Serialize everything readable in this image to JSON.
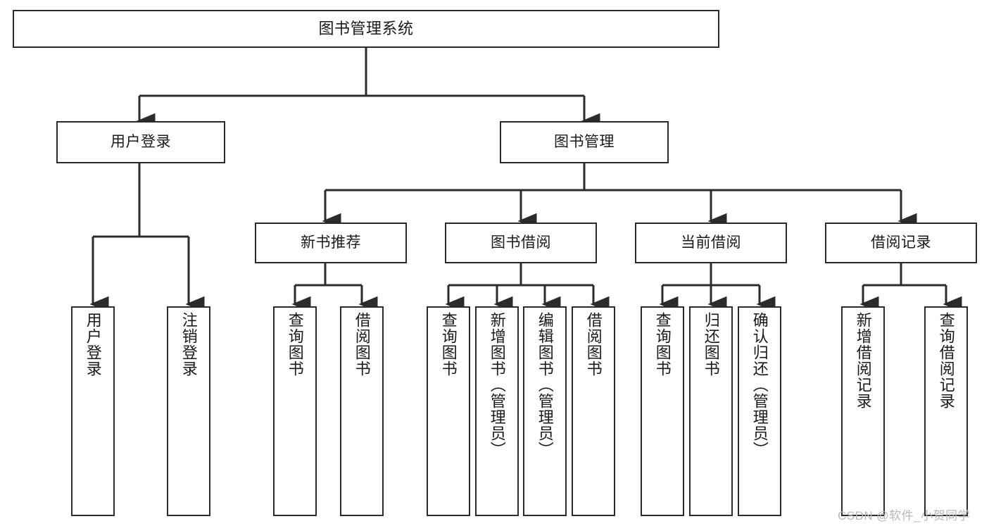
{
  "diagram": {
    "type": "tree",
    "title": "图书管理系统",
    "stroke_color": "#2b2b2b",
    "background_color": "#ffffff",
    "text_color": "#1a1a1a"
  },
  "root": {
    "label": "图书管理系统"
  },
  "level1": [
    {
      "label": "用户登录"
    },
    {
      "label": "图书管理"
    }
  ],
  "level2": [
    {
      "label": "新书推荐"
    },
    {
      "label": "图书借阅"
    },
    {
      "label": "当前借阅"
    },
    {
      "label": "借阅记录"
    }
  ],
  "leaves": {
    "user_login": [
      {
        "label": "用户登录"
      },
      {
        "label": "注销登录"
      }
    ],
    "new_book": [
      {
        "label": "查询图书"
      },
      {
        "label": "借阅图书"
      }
    ],
    "book_borrow": [
      {
        "label": "查询图书"
      },
      {
        "label": "新增图书（管理员）"
      },
      {
        "label": "编辑图书（管理员）"
      },
      {
        "label": "借阅图书"
      }
    ],
    "current_borrow": [
      {
        "label": "查询图书"
      },
      {
        "label": "归还图书"
      },
      {
        "label": "确认归还（管理员）"
      }
    ],
    "borrow_record": [
      {
        "label": "新增借阅记录"
      },
      {
        "label": "查询借阅记录"
      }
    ]
  },
  "watermark": {
    "text": "CSDN @软件_小贺同学",
    "color": "#b9b9b9"
  }
}
